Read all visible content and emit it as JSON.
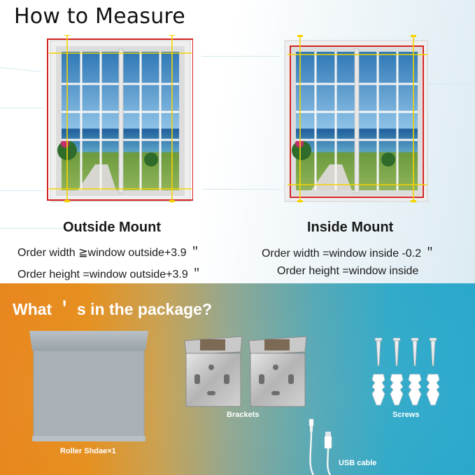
{
  "header": {
    "title": "How to Measure"
  },
  "outside_mount": {
    "label": "Outside Mount",
    "width_formula": "Order width ≧window outside+3.9 ＂",
    "height_formula": "Order height =window outside+3.9 ＂"
  },
  "inside_mount": {
    "label": "Inside Mount",
    "width_formula": "Order width =window inside -0.2 ＂",
    "height_formula": "Order height =window inside"
  },
  "package": {
    "title": "What ＇ s in the package?",
    "items": {
      "shade": "Roller Shdae×1",
      "brackets": "Brackets",
      "screws": "Screws",
      "usb": "USB cable"
    }
  },
  "colors": {
    "measure_outline": "#d32222",
    "measure_lines": "#f5d400",
    "accent_orange": "#e8861e",
    "accent_blue": "#2aa8cc"
  }
}
